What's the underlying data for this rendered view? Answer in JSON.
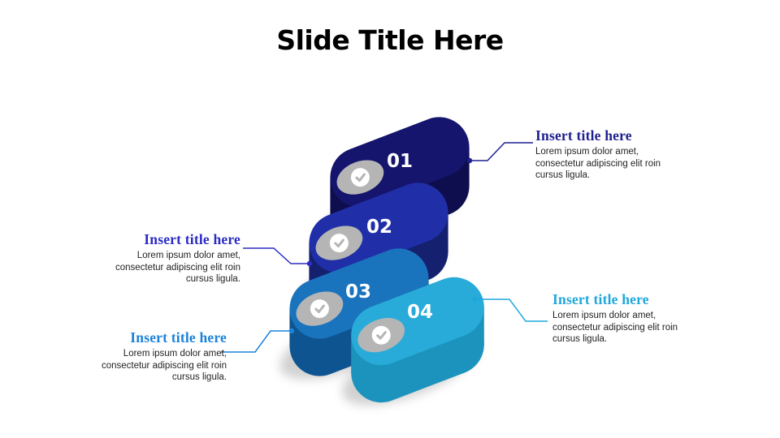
{
  "slide": {
    "title": "Slide Title Here"
  },
  "badge_icon": "check",
  "steps": [
    {
      "number": "01",
      "title": "Insert title here",
      "body": "Lorem ipsum dolor amet, consectetur adipiscing elit roin cursus ligula.",
      "face_color": "#15156d",
      "side_color": "#0e0e4f",
      "accent": "#1f1f8f"
    },
    {
      "number": "02",
      "title": "Insert title here",
      "body": "Lorem ipsum dolor amet, consectetur adipiscing elit roin cursus ligula.",
      "face_color": "#202fa8",
      "side_color": "#15206e",
      "accent": "#2b2bc4"
    },
    {
      "number": "03",
      "title": "Insert title here",
      "body": "Lorem ipsum dolor amet, consectetur adipiscing elit roin cursus ligula.",
      "face_color": "#1a74bd",
      "side_color": "#0d5490",
      "accent": "#1b82d9"
    },
    {
      "number": "04",
      "title": "Insert title here",
      "body": "Lorem ipsum dolor amet, consectetur adipiscing elit roin cursus ligula.",
      "face_color": "#28abd9",
      "side_color": "#1b93bd",
      "accent": "#1fa7dc"
    }
  ]
}
